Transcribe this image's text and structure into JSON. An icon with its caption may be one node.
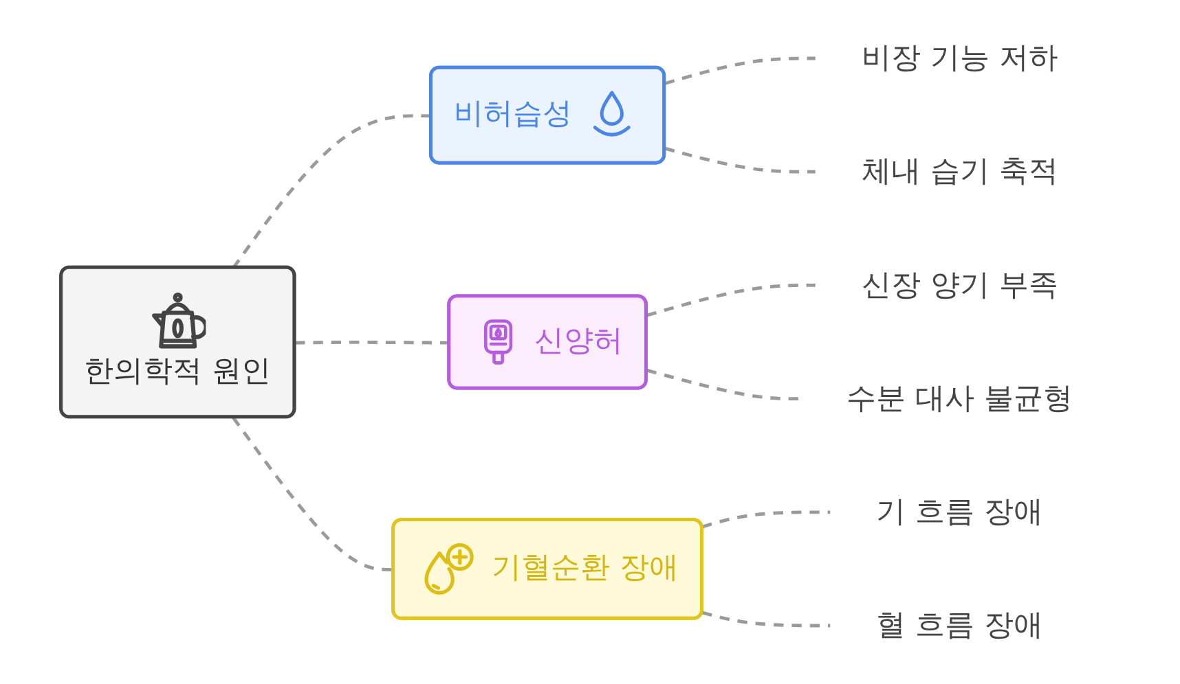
{
  "diagram": {
    "nodes": [
      {
        "text": [
          "한의학적 원인"
        ]
      },
      {
        "text": [
          "비허습성"
        ]
      },
      {
        "text": [
          "비장 기능 저하"
        ]
      },
      {
        "text": [
          "체내 습기 축적"
        ]
      },
      {
        "text": [
          "신양허"
        ]
      },
      {
        "text": [
          "신장 양기 부족"
        ]
      },
      {
        "text": [
          "수분 대사 불균형"
        ]
      },
      {
        "text": [
          "기혈순환 장애"
        ]
      },
      {
        "text": [
          "기 흐름 장애"
        ]
      },
      {
        "text": [
          "혈 흐름 장애"
        ]
      }
    ],
    "edges": [
      {
        "from": 0,
        "to": 1,
        "arrow": "none",
        "style": "dashed"
      },
      {
        "from": 1,
        "to": 2,
        "arrow": "none",
        "style": "dashed"
      },
      {
        "from": 1,
        "to": 3,
        "arrow": "none",
        "style": "dashed"
      },
      {
        "from": 0,
        "to": 4,
        "arrow": "none",
        "style": "dashed"
      },
      {
        "from": 4,
        "to": 5,
        "arrow": "none",
        "style": "dashed"
      },
      {
        "from": 4,
        "to": 6,
        "arrow": "none",
        "style": "dashed"
      },
      {
        "from": 0,
        "to": 7,
        "arrow": "none",
        "style": "dashed"
      },
      {
        "from": 7,
        "to": 8,
        "arrow": "none",
        "style": "dashed"
      },
      {
        "from": 7,
        "to": 9,
        "arrow": "none",
        "style": "dashed"
      }
    ]
  }
}
